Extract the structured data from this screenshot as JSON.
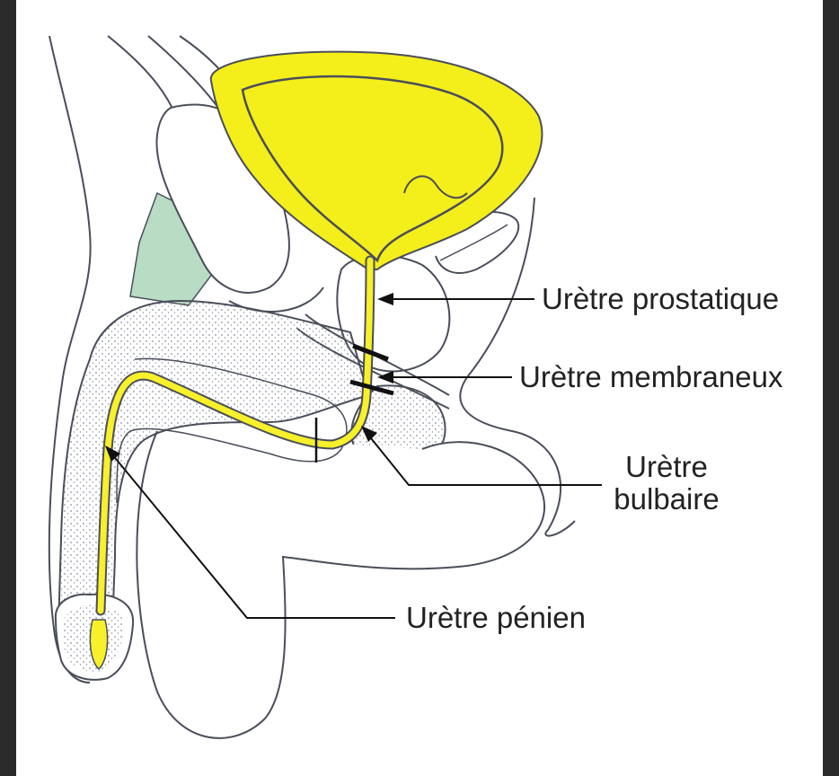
{
  "diagram": {
    "labels": {
      "prostatique": "Urètre prostatique",
      "membraneux": "Urètre membraneux",
      "bulbaire_line1": "Urètre",
      "bulbaire_line2": "bulbaire",
      "penien": "Urètre pénien"
    },
    "colors": {
      "background": "#ffffff",
      "frame": "#2a2a2a",
      "bladder": "#f4ee1a",
      "urethra": "#f7f02a",
      "ligament": "#b9dcc4",
      "outline": "#4a4e5a",
      "dots": "#8a8f9a"
    }
  }
}
